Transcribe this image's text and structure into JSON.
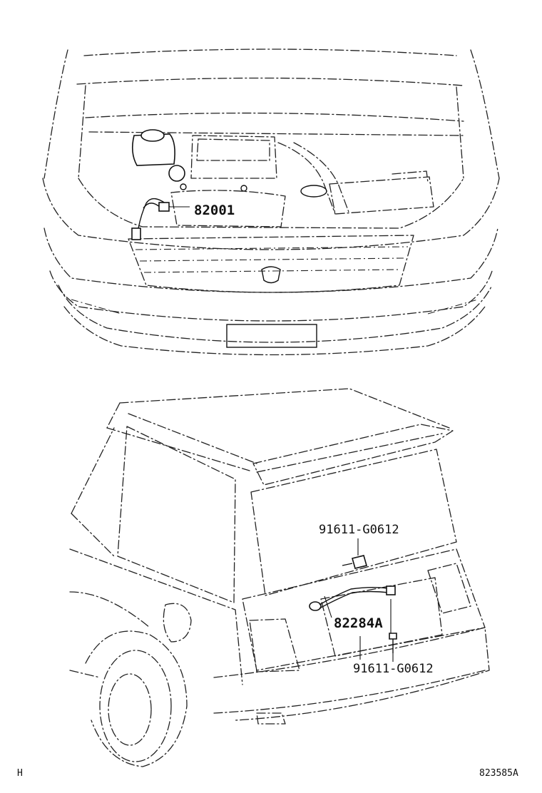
{
  "diagram": {
    "front_view": {
      "callouts": {
        "part_82001": "82001"
      }
    },
    "rear_view": {
      "callouts": {
        "bolt_upper": "91611-G0612",
        "harness": "82284A",
        "bolt_lower": "91611-G0612"
      }
    },
    "footer": {
      "left_mark": "H",
      "illustration_id": "823585A"
    }
  }
}
